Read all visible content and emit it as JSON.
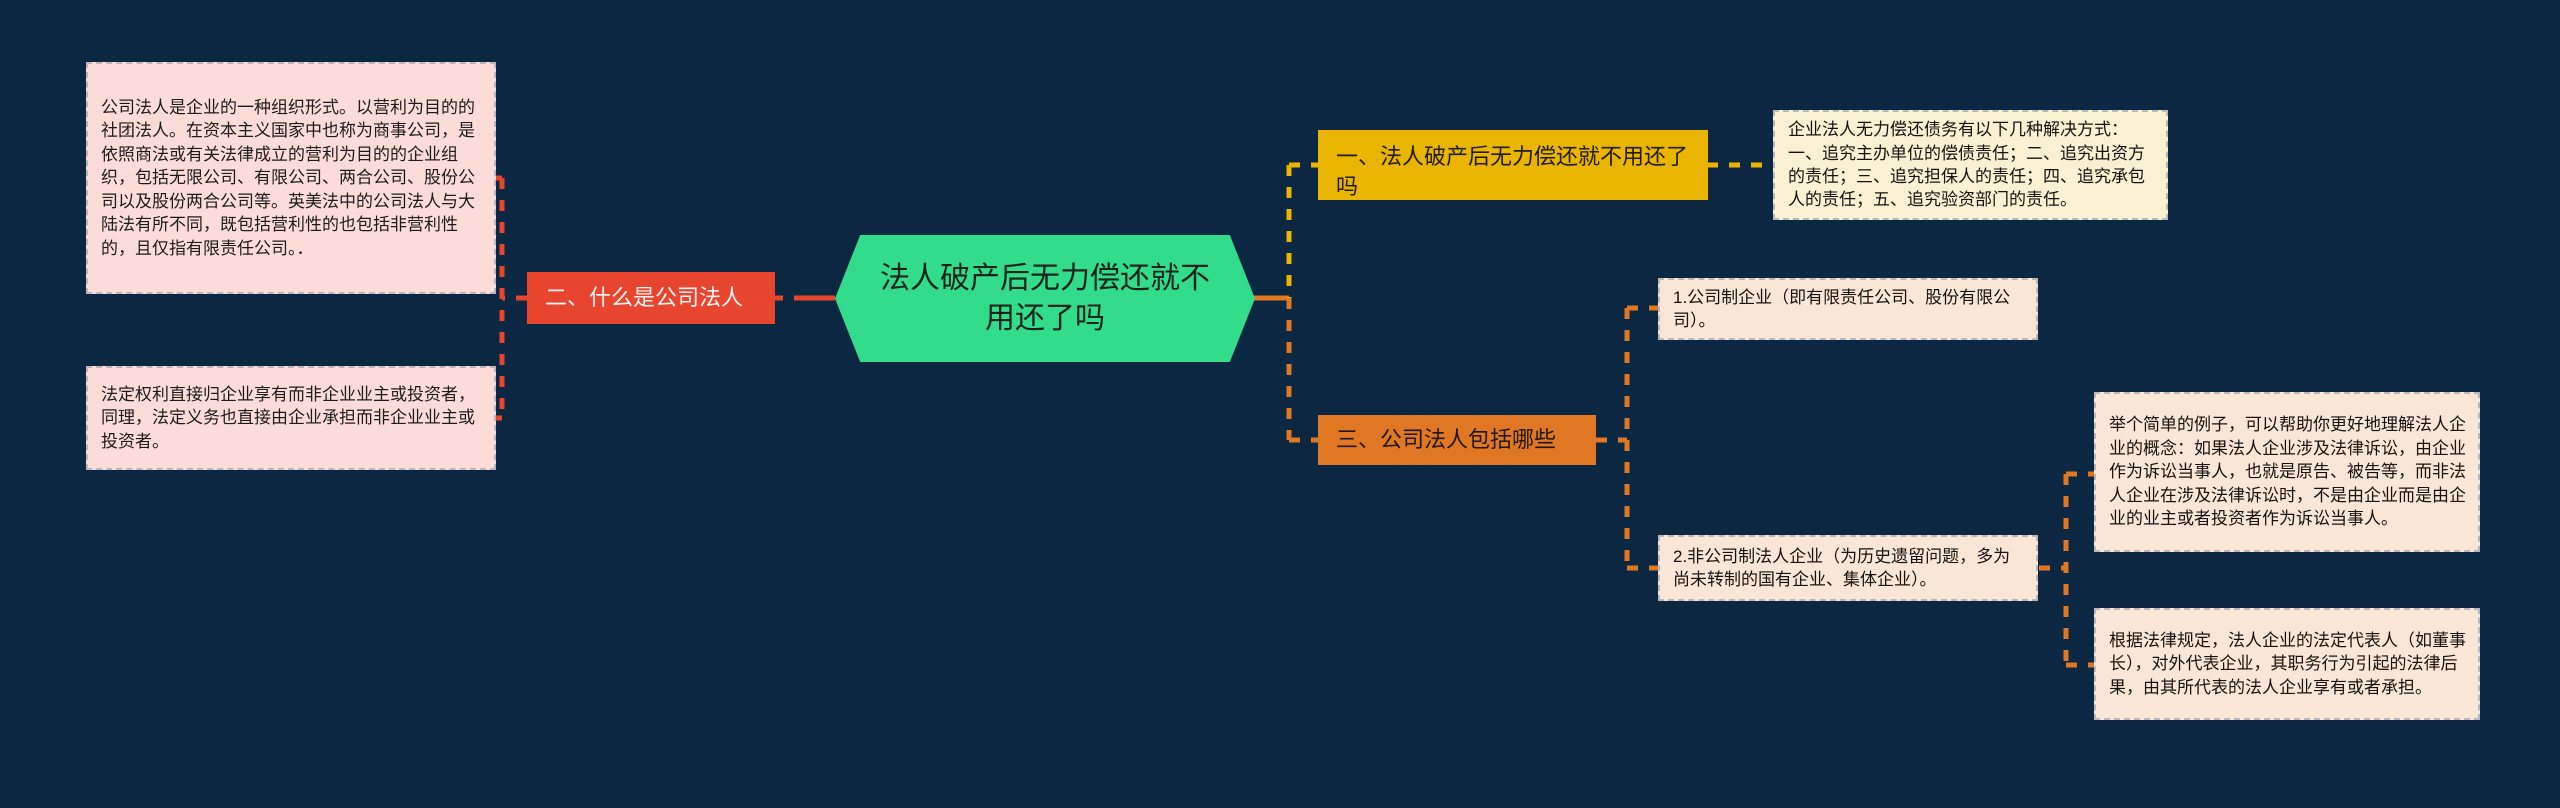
{
  "background_color": "#0b2742",
  "central": {
    "text": "法人破产后无力偿还就不用还了吗",
    "color": "#32dc8a"
  },
  "branches": [
    {
      "id": "branch-1",
      "label": "一、法人破产后无力偿还就不用还了吗",
      "color": "#e9b500",
      "side": "right",
      "children": [
        {
          "id": "leaf-1-1",
          "text": "企业法人无力偿还债务有以下几种解决方式：一、追究主办单位的偿债责任；二、追究出资方的责任；三、追究担保人的责任；四、追究承包人的责任；五、追究验资部门的责任。",
          "color": "#f8f1d2"
        }
      ]
    },
    {
      "id": "branch-2",
      "label": "二、什么是公司法人",
      "color": "#e8452f",
      "side": "left",
      "children": [
        {
          "id": "leaf-2-1",
          "text": "公司法人是企业的一种组织形式。以营利为目的的社团法人。在资本主义国家中也称为商事公司，是依照商法或有关法律成立的营利为目的的企业组织，包括无限公司、有限公司、两合公司、股份公司以及股份两合公司等。英美法中的公司法人与大陆法有所不同，既包括营利性的也包括非营利性的，且仅指有限责任公司。．",
          "color": "#fbdcd8"
        },
        {
          "id": "leaf-2-2",
          "text": "法定权利直接归企业享有而非企业业主或投资者，同理，法定义务也直接由企业承担而非企业业主或投资者。",
          "color": "#fbdcd8"
        }
      ]
    },
    {
      "id": "branch-3",
      "label": "三、公司法人包括哪些",
      "color": "#e07722",
      "side": "right",
      "children": [
        {
          "id": "leaf-3-1",
          "text": "1.公司制企业（即有限责任公司、股份有限公司）。",
          "color": "#fae6d6",
          "children": []
        },
        {
          "id": "leaf-3-2",
          "text": "2.非公司制法人企业（为历史遗留问题，多为尚未转制的国有企业、集体企业）。",
          "color": "#fae6d6",
          "children": [
            {
              "id": "leaf-3-2-1",
              "text": "举个简单的例子，可以帮助你更好地理解法人企业的概念：如果法人企业涉及法律诉讼，由企业作为诉讼当事人，也就是原告、被告等，而非法人企业在涉及法律诉讼时，不是由企业而是由企业的业主或者投资者作为诉讼当事人。",
              "color": "#fae6d6"
            },
            {
              "id": "leaf-3-2-2",
              "text": "根据法律规定，法人企业的法定代表人（如董事长），对外代表企业，其职务行为引起的法律后果，由其所代表的法人企业享有或者承担。",
              "color": "#fae6d6"
            }
          ]
        }
      ]
    }
  ]
}
